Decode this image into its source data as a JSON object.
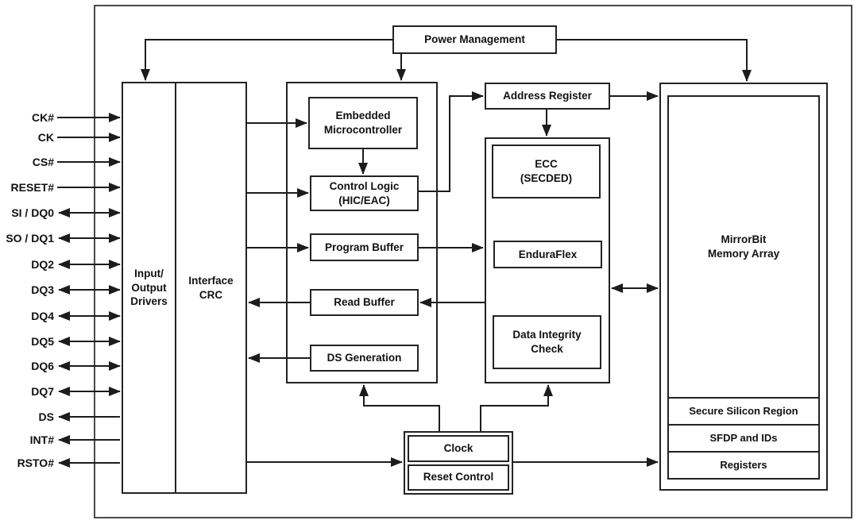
{
  "blocks": {
    "power_management": "Power Management",
    "io_drivers": "Input/\nOutput\nDrivers",
    "interface_crc": "Interface\nCRC",
    "embedded_microcontroller": "Embedded\nMicrocontroller",
    "control_logic": "Control Logic\n(HIC/EAC)",
    "program_buffer": "Program Buffer",
    "read_buffer": "Read Buffer",
    "ds_generation": "DS Generation",
    "address_register": "Address Register",
    "ecc": "ECC\n(SECDED)",
    "enduraflex": "EnduraFlex",
    "data_integrity_check": "Data Integrity\nCheck",
    "mirrorbit_memory_array": "MirrorBit\nMemory Array",
    "secure_silicon_region": "Secure Silicon Region",
    "sfdp_and_ids": "SFDP and IDs",
    "registers": "Registers",
    "clock": "Clock",
    "reset_control": "Reset Control"
  },
  "signals": [
    {
      "label": "CK#",
      "direction": "input"
    },
    {
      "label": "CK",
      "direction": "input"
    },
    {
      "label": "CS#",
      "direction": "input"
    },
    {
      "label": "RESET#",
      "direction": "input"
    },
    {
      "label": "SI / DQ0",
      "direction": "bidirectional"
    },
    {
      "label": "SO / DQ1",
      "direction": "bidirectional"
    },
    {
      "label": "DQ2",
      "direction": "bidirectional"
    },
    {
      "label": "DQ3",
      "direction": "bidirectional"
    },
    {
      "label": "DQ4",
      "direction": "bidirectional"
    },
    {
      "label": "DQ5",
      "direction": "bidirectional"
    },
    {
      "label": "DQ6",
      "direction": "bidirectional"
    },
    {
      "label": "DQ7",
      "direction": "bidirectional"
    },
    {
      "label": "DS",
      "direction": "output"
    },
    {
      "label": "INT#",
      "direction": "output"
    },
    {
      "label": "RSTO#",
      "direction": "output"
    }
  ],
  "connections": [
    {
      "from": "power_management",
      "to": "io_drivers",
      "type": "arrow"
    },
    {
      "from": "power_management",
      "to": "microcontroller_block",
      "type": "arrow"
    },
    {
      "from": "power_management",
      "to": "mirrorbit_memory_array",
      "type": "arrow"
    },
    {
      "from": "interface_crc",
      "to": "embedded_microcontroller",
      "type": "arrow"
    },
    {
      "from": "interface_crc",
      "to": "control_logic",
      "type": "arrow"
    },
    {
      "from": "interface_crc",
      "to": "program_buffer",
      "type": "arrow"
    },
    {
      "from": "read_buffer",
      "to": "interface_crc",
      "type": "arrow"
    },
    {
      "from": "ds_generation",
      "to": "interface_crc",
      "type": "arrow"
    },
    {
      "from": "embedded_microcontroller",
      "to": "control_logic",
      "type": "arrow"
    },
    {
      "from": "control_logic",
      "to": "address_register",
      "type": "arrow"
    },
    {
      "from": "address_register",
      "to": "mirrorbit_memory_array",
      "type": "arrow"
    },
    {
      "from": "address_register",
      "to": "ecc_block",
      "type": "arrow"
    },
    {
      "from": "program_buffer",
      "to": "ecc_block",
      "type": "arrow"
    },
    {
      "from": "ecc_block",
      "to": "read_buffer",
      "type": "arrow"
    },
    {
      "from": "ecc_block",
      "to": "mirrorbit_memory_array",
      "type": "bidirectional"
    },
    {
      "from": "clock",
      "to": "microcontroller_block",
      "type": "arrow"
    },
    {
      "from": "clock",
      "to": "ecc_block",
      "type": "arrow"
    },
    {
      "from": "interface_crc",
      "to": "clock",
      "type": "arrow"
    },
    {
      "from": "clock",
      "to": "mirrorbit_memory_array",
      "type": "arrow"
    }
  ],
  "colors": {
    "line": "#1c1c1c",
    "text": "#111111",
    "background": "#ffffff"
  }
}
